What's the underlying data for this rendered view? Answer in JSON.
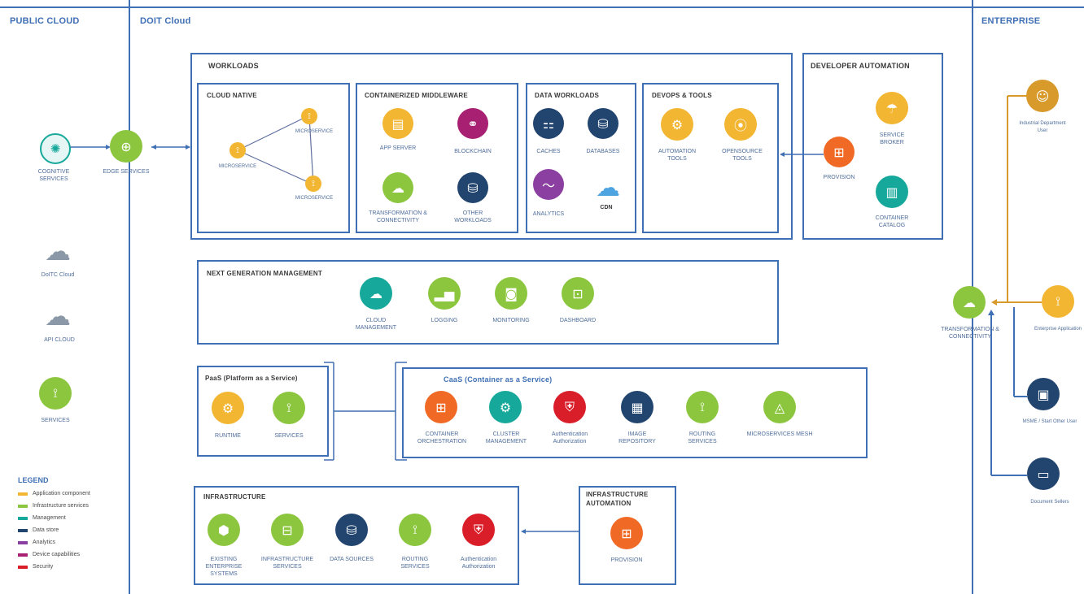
{
  "columns": {
    "public_cloud": "PUBLIC CLOUD",
    "doit_cloud": "DOIT Cloud",
    "enterprise": "ENTERPRISE"
  },
  "public_cloud": {
    "cognitive": "COGNITIVE SERVICES",
    "edge": "EDGE SERVICES",
    "doitc_cloud": "DoITC Cloud",
    "api_cloud": "API CLOUD",
    "services": "SERVICES"
  },
  "legend": {
    "title": "LEGEND",
    "items": [
      {
        "label": "Application component",
        "color": "#f2b632"
      },
      {
        "label": "Infrastructure services",
        "color": "#8cc63f"
      },
      {
        "label": "Management",
        "color": "#16a89a"
      },
      {
        "label": "Data store",
        "color": "#22456f"
      },
      {
        "label": "Analytics",
        "color": "#8b3fa0"
      },
      {
        "label": "Device capabilities",
        "color": "#a72072"
      },
      {
        "label": "Security",
        "color": "#d91e2a"
      }
    ]
  },
  "workloads": {
    "title": "WORKLOADS",
    "cloud_native": {
      "title": "CLOUD NATIVE",
      "m1": "MICROSERVICE",
      "m2": "MICROSERVICE",
      "m3": "MICROSERVICE"
    },
    "containerized": {
      "title": "CONTAINERIZED MIDDLEWARE",
      "app_server": "APP SERVER",
      "blockchain": "BLOCKCHAIN",
      "transformation": "TRANSFORMATION & CONNECTIVITY",
      "other": "OTHER WORKLOADS"
    },
    "data": {
      "title": "DATA WORKLOADS",
      "caches": "CACHES",
      "databases": "DATABASES",
      "analytics": "ANALYTICS",
      "cdn": "CDN"
    },
    "devops": {
      "title": "DEVOPS & TOOLS",
      "automation": "AUTOMATION TOOLS",
      "opensource": "OPENSOURCE TOOLS"
    }
  },
  "developer_automation": {
    "title": "DEVELOPER AUTOMATION",
    "provision": "PROVISION",
    "service_broker": "SERVICE BROKER",
    "container_catalog": "CONTAINER CATALOG"
  },
  "ngm": {
    "title": "NEXT GENERATION MANAGEMENT",
    "cloud_mgmt": "CLOUD MANAGEMENT",
    "logging": "LOGGING",
    "monitoring": "MONITORING",
    "dashboard": "DASHBOARD"
  },
  "paas": {
    "title": "PaaS (Platform as a Service)",
    "runtime": "RUNTIME",
    "services": "SERVICES"
  },
  "caas": {
    "title": "CaaS (Container as a Service)",
    "orchestration": "CONTAINER ORCHESTRATION",
    "cluster": "CLUSTER MANAGEMENT",
    "auth": "Authentication Authorization",
    "image_repo": "IMAGE REPOSITORY",
    "routing": "ROUTING SERVICES",
    "mesh": "MICROSERVICES MESH"
  },
  "infrastructure": {
    "title": "INFRASTRUCTURE",
    "existing": "EXISTING ENTERPRISE SYSTEMS",
    "infra_services": "INFRASTRUCTURE SERVICES",
    "data_sources": "DATA SOURCES",
    "routing": "ROUTING SERVICES",
    "auth": "Authentication Authorization"
  },
  "infra_automation": {
    "title": "INFRASTRUCTURE AUTOMATION",
    "provision": "PROVISION"
  },
  "enterprise": {
    "transformation": "TRANSFORMATION & CONNECTIVITY",
    "industrial_user": "Industrial Department User",
    "enterprise_app": "Enterprise Application",
    "msme_user": "MSME / Start Other User",
    "document_sellers": "Document Sellers"
  },
  "colors": {
    "frame": "#3f6fb4",
    "yellow": "#f2b632",
    "green": "#8cc63f",
    "teal": "#16a89a",
    "navy": "#22456f",
    "purple": "#8b3fa0",
    "magenta": "#a72072",
    "red": "#d91e2a",
    "orange": "#f06a26",
    "gold": "#d79a2b"
  }
}
